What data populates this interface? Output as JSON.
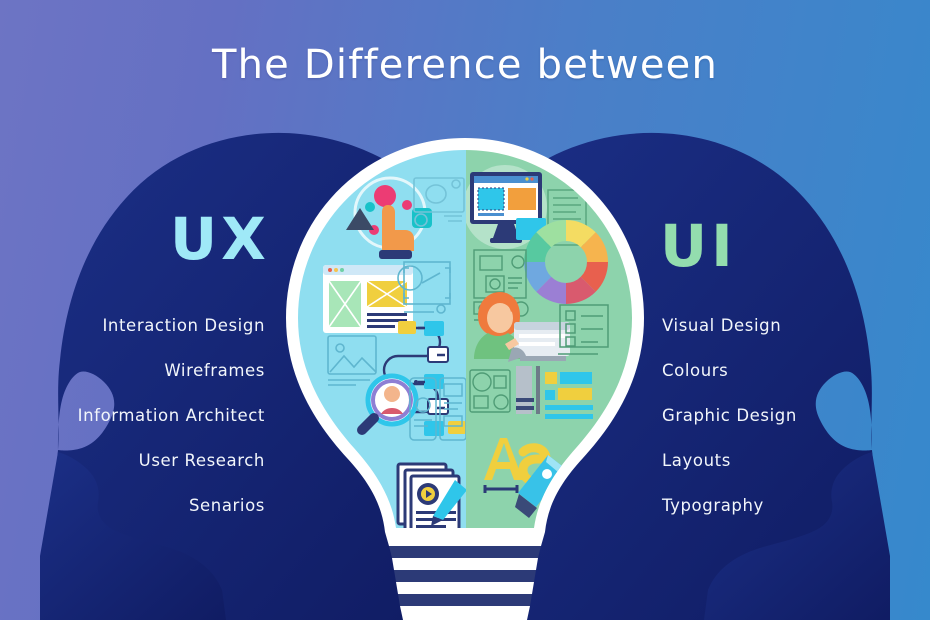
{
  "header": {
    "title": "The Difference between"
  },
  "theme": {
    "bg_gradient_start": "#6d74c4",
    "bg_gradient_end": "#3689cc",
    "head_silhouette": "#17246f",
    "bulb_outline": "#ffffff",
    "ux_bulb_fill": "#8fdef0",
    "ui_bulb_fill": "#8dd3ac",
    "ux_label_color": "#9fe9f7",
    "ui_label_color": "#93ddae",
    "list_text_color": "#f2f6fb",
    "bulb_base_dark": "#2c3a77"
  },
  "ux": {
    "label": "UX",
    "items": [
      {
        "label": "Interaction Design"
      },
      {
        "label": "Wireframes"
      },
      {
        "label": "Information Architect"
      },
      {
        "label": "User Research"
      },
      {
        "label": "Senarios"
      }
    ],
    "icons": [
      "touch-gesture-icon",
      "camera-placeholder-icon",
      "browser-wireframe-icon",
      "image-placeholder-icon",
      "user-flow-diagram-icon",
      "crop-frame-icon",
      "magnifier-user-research-icon",
      "mobile-wireframe-icon",
      "scenario-documents-icon"
    ]
  },
  "ui": {
    "label": "UI",
    "items": [
      {
        "label": "Visual Design"
      },
      {
        "label": "Colours"
      },
      {
        "label": "Graphic Design"
      },
      {
        "label": "Layouts"
      },
      {
        "label": "Typography"
      }
    ],
    "icons": [
      "desktop-visual-design-icon",
      "text-document-icon",
      "color-wheel-icon",
      "device-schematic-icon",
      "designer-person-icon",
      "list-layout-icon",
      "ui-components-icon",
      "typography-aa-icon",
      "pen-nib-icon"
    ]
  },
  "color_wheel": {
    "segments": [
      "#6fd0a6",
      "#f4dc62",
      "#f6c34e",
      "#f09a4e",
      "#e8604e",
      "#d95a6e",
      "#9b7fd4",
      "#6fa8e0",
      "#57c9cf"
    ]
  },
  "bulb_base": {
    "rings": 4
  }
}
